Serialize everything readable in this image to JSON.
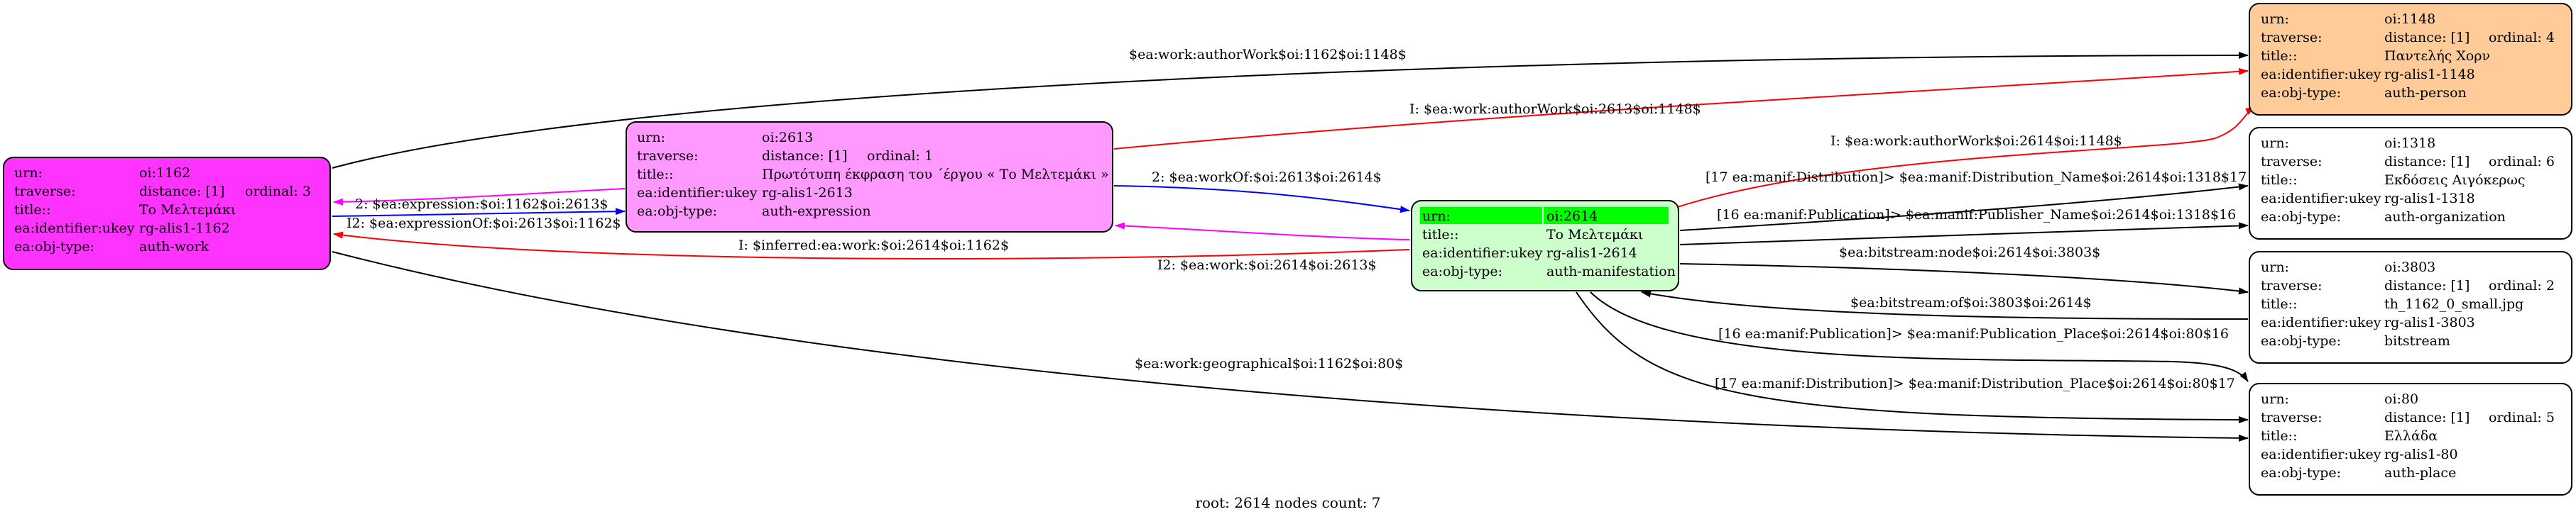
{
  "footer": "root: 2614 nodes count: 7",
  "colors": {
    "work": "#ff33ff",
    "expression": "#ff99ff",
    "manifestation": "#ccffcc",
    "person": "#ffcc99",
    "plain": "#ffffff",
    "root_highlight": "#00ff00",
    "edge_black": "#000000",
    "edge_red": "#ff0000",
    "edge_blue": "#0000ff",
    "edge_magenta": "#ff00ff"
  },
  "nodes": {
    "oi1162": {
      "rows": [
        {
          "k": "urn:",
          "v": "oi:1162"
        },
        {
          "k": "traverse:",
          "v": "distance: [1]",
          "v2": "ordinal: 3"
        },
        {
          "k": "title::",
          "v": "Το Μελτεμάκι"
        },
        {
          "k": "ea:identifier:ukey",
          "v": "rg-alis1-1162"
        },
        {
          "k": "ea:obj-type:",
          "v": "auth-work"
        }
      ]
    },
    "oi2613": {
      "rows": [
        {
          "k": "urn:",
          "v": "oi:2613"
        },
        {
          "k": "traverse:",
          "v": "distance: [1]",
          "v2": "ordinal: 1"
        },
        {
          "k": "title::",
          "v": "Πρωτότυπη έκφραση του ΄έργου « Το Μελτεμάκι »"
        },
        {
          "k": "ea:identifier:ukey",
          "v": "rg-alis1-2613"
        },
        {
          "k": "ea:obj-type:",
          "v": "auth-expression"
        }
      ]
    },
    "oi2614": {
      "rows": [
        {
          "k": "urn:",
          "v": "oi:2614"
        },
        {
          "k": "title::",
          "v": "Το Μελτεμάκι"
        },
        {
          "k": "ea:identifier:ukey",
          "v": "rg-alis1-2614"
        },
        {
          "k": "ea:obj-type:",
          "v": "auth-manifestation"
        }
      ]
    },
    "oi1148": {
      "rows": [
        {
          "k": "urn:",
          "v": "oi:1148"
        },
        {
          "k": "traverse:",
          "v": "distance: [1]",
          "v2": "ordinal: 4"
        },
        {
          "k": "title::",
          "v": "Παντελής Χορν"
        },
        {
          "k": "ea:identifier:ukey",
          "v": "rg-alis1-1148"
        },
        {
          "k": "ea:obj-type:",
          "v": "auth-person"
        }
      ]
    },
    "oi1318": {
      "rows": [
        {
          "k": "urn:",
          "v": "oi:1318"
        },
        {
          "k": "traverse:",
          "v": "distance: [1]",
          "v2": "ordinal: 6"
        },
        {
          "k": "title::",
          "v": "Εκδόσεις Αιγόκερως"
        },
        {
          "k": "ea:identifier:ukey",
          "v": "rg-alis1-1318"
        },
        {
          "k": "ea:obj-type:",
          "v": "auth-organization"
        }
      ]
    },
    "oi3803": {
      "rows": [
        {
          "k": "urn:",
          "v": "oi:3803"
        },
        {
          "k": "traverse:",
          "v": "distance: [1]",
          "v2": "ordinal: 2"
        },
        {
          "k": "title::",
          "v": "th_1162_0_small.jpg"
        },
        {
          "k": "ea:identifier:ukey",
          "v": "rg-alis1-3803"
        },
        {
          "k": "ea:obj-type:",
          "v": "bitstream"
        }
      ]
    },
    "oi80": {
      "rows": [
        {
          "k": "urn:",
          "v": "oi:80"
        },
        {
          "k": "traverse:",
          "v": "distance: [1]",
          "v2": "ordinal: 5"
        },
        {
          "k": "title::",
          "v": "Ελλάδα"
        },
        {
          "k": "ea:identifier:ukey",
          "v": "rg-alis1-80"
        },
        {
          "k": "ea:obj-type:",
          "v": "auth-place"
        }
      ]
    }
  },
  "edges": {
    "e1": "$ea:work:authorWork$oi:1162$oi:1148$",
    "e2": "I: $ea:work:authorWork$oi:2613$oi:1148$",
    "e3": "I: $ea:work:authorWork$oi:2614$oi:1148$",
    "e4": "I2: $ea:expressionOf:$oi:2613$oi:1162$",
    "e5": "2: $ea:expression:$oi:1162$oi:2613$",
    "e6": "2: $ea:workOf:$oi:2613$oi:2614$",
    "e7": "I2: $ea:work:$oi:2614$oi:2613$",
    "e8": "I: $inferred:ea:work:$oi:2614$oi:1162$",
    "e9": "[17 ea:manif:Distribution]> $ea:manif:Distribution_Name$oi:2614$oi:1318$17",
    "e10": "[16 ea:manif:Publication]> $ea:manif:Publisher_Name$oi:2614$oi:1318$16",
    "e11": "$ea:bitstream:node$oi:2614$oi:3803$",
    "e12": "$ea:bitstream:of$oi:3803$oi:2614$",
    "e13": "[16 ea:manif:Publication]> $ea:manif:Publication_Place$oi:2614$oi:80$16",
    "e14": "[17 ea:manif:Distribution]> $ea:manif:Distribution_Place$oi:2614$oi:80$17",
    "e15": "$ea:work:geographical$oi:1162$oi:80$"
  }
}
